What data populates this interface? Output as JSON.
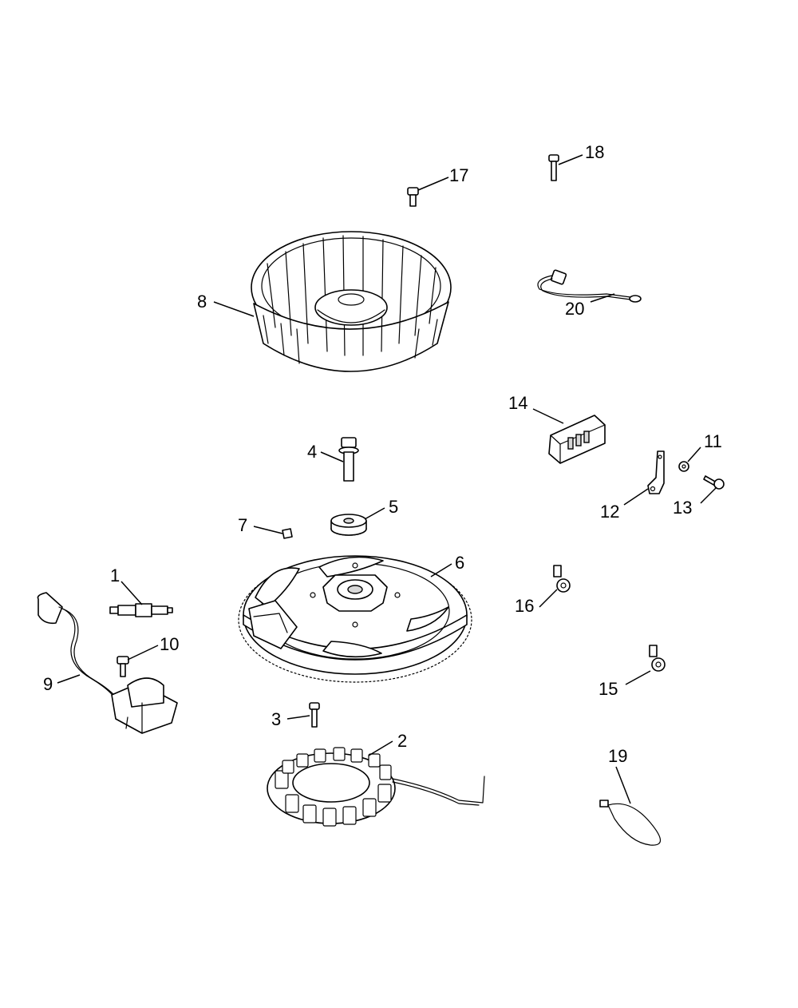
{
  "diagram": {
    "callouts": [
      {
        "id": "c1",
        "number": "1"
      },
      {
        "id": "c2",
        "number": "2"
      },
      {
        "id": "c3",
        "number": "3"
      },
      {
        "id": "c4",
        "number": "4"
      },
      {
        "id": "c5",
        "number": "5"
      },
      {
        "id": "c6",
        "number": "6"
      },
      {
        "id": "c7",
        "number": "7"
      },
      {
        "id": "c8",
        "number": "8"
      },
      {
        "id": "c9",
        "number": "9"
      },
      {
        "id": "c10",
        "number": "10"
      },
      {
        "id": "c11",
        "number": "11"
      },
      {
        "id": "c12",
        "number": "12"
      },
      {
        "id": "c13",
        "number": "13"
      },
      {
        "id": "c14",
        "number": "14"
      },
      {
        "id": "c15",
        "number": "15"
      },
      {
        "id": "c16",
        "number": "16"
      },
      {
        "id": "c17",
        "number": "17"
      },
      {
        "id": "c18",
        "number": "18"
      },
      {
        "id": "c19",
        "number": "19"
      },
      {
        "id": "c20",
        "number": "20"
      }
    ],
    "colors": {
      "line": "#000000",
      "background": "#ffffff"
    }
  }
}
